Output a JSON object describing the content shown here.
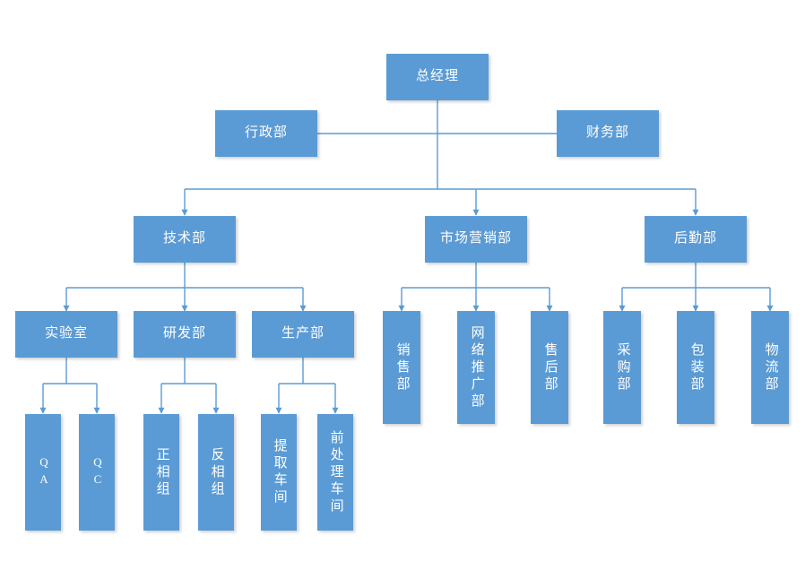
{
  "diagram": {
    "type": "organizational-chart",
    "title": "",
    "colors": {
      "node_fill": "#5B9BD5",
      "node_text": "#FFFFFF",
      "connector": "#5B9BD5",
      "background": "#FFFFFF"
    },
    "nodes": {
      "gm": {
        "label": "总经理",
        "orientation": "horizontal"
      },
      "admin": {
        "label": "行政部",
        "orientation": "horizontal"
      },
      "finance": {
        "label": "财务部",
        "orientation": "horizontal"
      },
      "tech": {
        "label": "技术部",
        "orientation": "horizontal"
      },
      "marketing": {
        "label": "市场营销部",
        "orientation": "horizontal"
      },
      "support": {
        "label": "后勤部",
        "orientation": "horizontal"
      },
      "lab": {
        "label": "实验室",
        "orientation": "horizontal"
      },
      "rnd": {
        "label": "研发部",
        "orientation": "horizontal"
      },
      "production": {
        "label": "生产部",
        "orientation": "horizontal"
      },
      "sales": {
        "label": "销售部",
        "orientation": "vertical"
      },
      "promo": {
        "label": "网络推广部",
        "orientation": "vertical"
      },
      "aftersales": {
        "label": "售后部",
        "orientation": "vertical"
      },
      "purchase": {
        "label": "采购部",
        "orientation": "vertical"
      },
      "packaging": {
        "label": "包装部",
        "orientation": "vertical"
      },
      "distribution": {
        "label": "物流部",
        "orientation": "vertical"
      },
      "qa": {
        "label": "QA",
        "orientation": "vertical"
      },
      "qc": {
        "label": "QC",
        "orientation": "vertical"
      },
      "normal_phase": {
        "label": "正相组",
        "orientation": "vertical"
      },
      "reverse_phase": {
        "label": "反相组",
        "orientation": "vertical"
      },
      "extraction": {
        "label": "提取车间",
        "orientation": "vertical"
      },
      "pretreatment": {
        "label": "前处理车间",
        "orientation": "vertical"
      }
    },
    "hierarchy": {
      "root": "gm",
      "assistants": [
        "admin",
        "finance"
      ],
      "level_2": [
        "tech",
        "marketing",
        "support"
      ],
      "tech_children": [
        "lab",
        "rnd",
        "production"
      ],
      "marketing_children": [
        "sales",
        "promo",
        "aftersales"
      ],
      "support_children": [
        "purchase",
        "packaging",
        "distribution"
      ],
      "lab_children": [
        "qa",
        "qc"
      ],
      "rnd_children": [
        "normal_phase",
        "reverse_phase"
      ],
      "production_children": [
        "extraction",
        "pretreatment"
      ]
    }
  }
}
